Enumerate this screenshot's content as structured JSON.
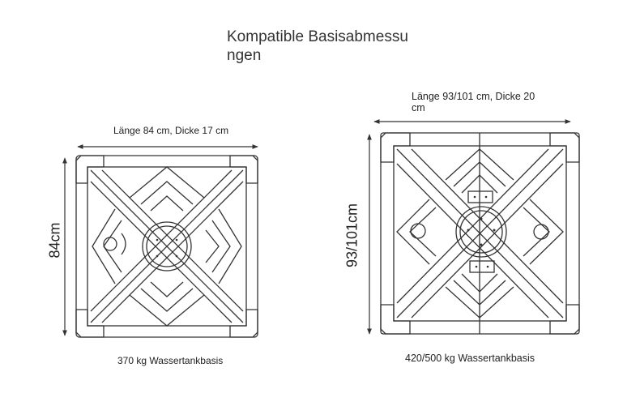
{
  "title": "Kompatible Basisabmessungen",
  "left_base": {
    "top_label": "Länge 84 cm, Dicke 17 cm",
    "side_label": "84cm",
    "bottom_label": "370 kg Wassertankbasis"
  },
  "right_base": {
    "top_label": "Länge 93/101 cm, Dicke 20 cm",
    "side_label": "93/101cm",
    "bottom_label": "420/500 kg Wassertankbasis"
  },
  "colors": {
    "line": "#333333",
    "text": "#222222"
  }
}
